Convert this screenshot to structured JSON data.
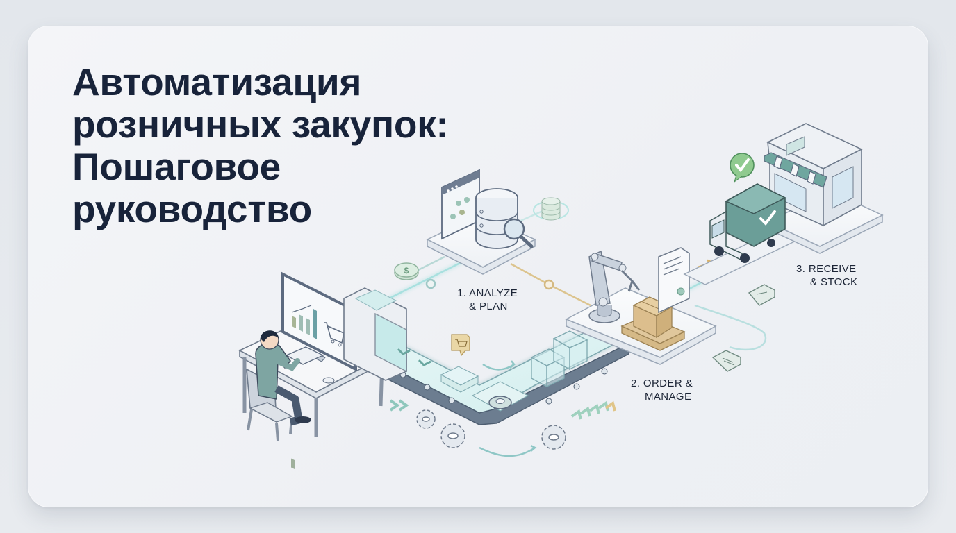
{
  "title": {
    "lines": [
      "Автоматизация",
      "розничных закупок:",
      "Пошаговое",
      "руководство"
    ]
  },
  "steps": [
    {
      "number": "1.",
      "line1": "1. ANALYZE",
      "line2": "& PLAN",
      "icon": "database-search-icon"
    },
    {
      "number": "2.",
      "line1": "2. ORDER &",
      "line2": "MANAGE",
      "icon": "robot-arm-icon"
    },
    {
      "number": "3.",
      "line1": "3. RECEIVE",
      "line2": "& STOCK",
      "icon": "store-truck-icon"
    }
  ],
  "illustration": {
    "elements": [
      "person-at-computer",
      "conveyor-belt",
      "database-analysis",
      "robot-arm-package",
      "invoice-document",
      "delivery-truck",
      "retail-store",
      "check-badge",
      "price-tags",
      "gears"
    ]
  },
  "colors": {
    "title": "#18233a",
    "accent_teal": "#6fd2cf",
    "accent_green": "#5fa878",
    "accent_gold": "#d9b978",
    "outline": "#5d6b80",
    "card_bg": "#f2f4f7",
    "page_bg": "#e4e8ed"
  }
}
